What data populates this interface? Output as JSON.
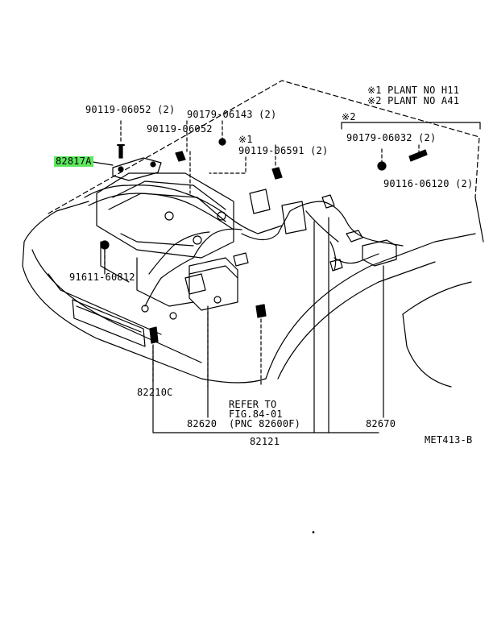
{
  "legend": {
    "line1": "※1 PLANT NO H11",
    "line2": "※2 PLANT NO A41"
  },
  "group_mark": "※2",
  "mark1": "※1",
  "highlight_color": "#5ee85e",
  "labels": {
    "p1": "90119-06052 (2)",
    "p2": "90179-06143 (2)",
    "p3": "90119-06052",
    "p4": "90119-06591 (2)",
    "p5": "90179-06032 (2)",
    "p6": "90116-06120 (2)",
    "p7": "82817A",
    "p8": "91611-60812",
    "p9": "82210C",
    "p10": "82620",
    "p11": "82670",
    "p12": "82121",
    "refer1": "REFER TO",
    "refer2": "FIG.84-01",
    "refer3": "(PNC 82600F)",
    "code": "MET413-B"
  }
}
